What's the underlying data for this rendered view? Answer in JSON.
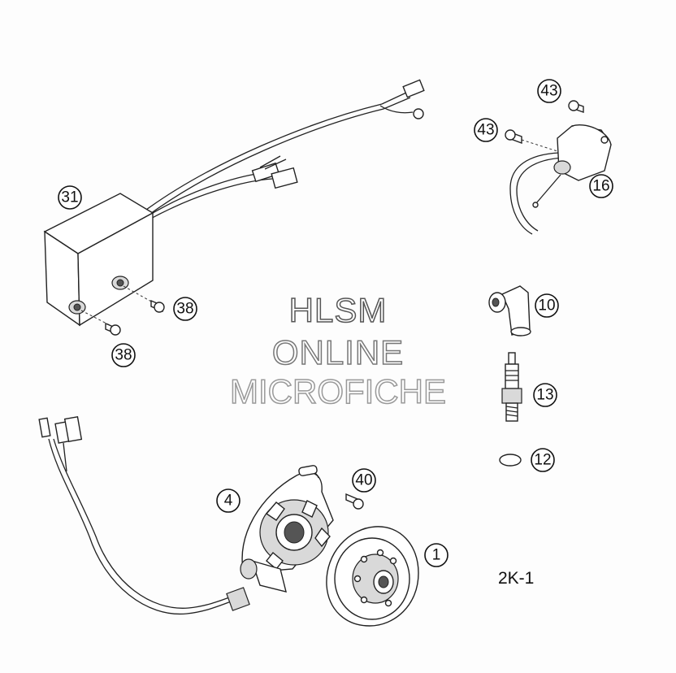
{
  "watermark": {
    "line1": "HLSM",
    "line2": "ONLINE",
    "line3": "MICROFICHE"
  },
  "figure_code": "2K-1",
  "callouts": {
    "c31": "31",
    "c38a": "38",
    "c38b": "38",
    "c43a": "43",
    "c43b": "43",
    "c16": "16",
    "c10": "10",
    "c13": "13",
    "c12": "12",
    "c40": "40",
    "c4": "4",
    "c1": "1"
  }
}
